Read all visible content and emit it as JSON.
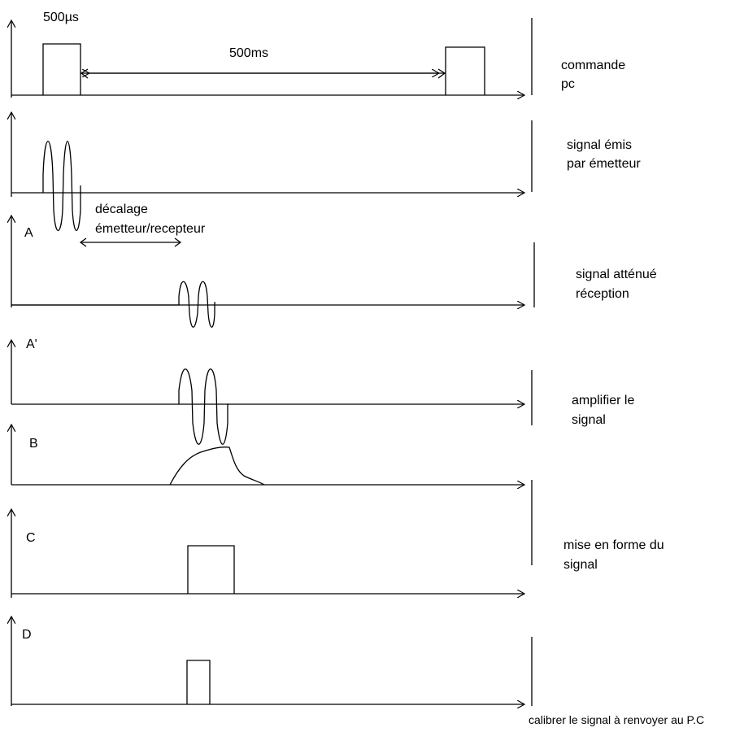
{
  "panels": [
    {
      "id": "commande",
      "letter": "",
      "labels": [
        "commande",
        "pc"
      ]
    },
    {
      "id": "emis",
      "letter": "",
      "labels": [
        "signal émis",
        "par émetteur"
      ]
    },
    {
      "id": "A",
      "letter": "A",
      "labels": [
        "signal atténué",
        "réception"
      ]
    },
    {
      "id": "A-prime",
      "letter": "A'",
      "labels": [
        "amplifier le",
        "signal"
      ]
    },
    {
      "id": "B",
      "letter": "B",
      "labels": []
    },
    {
      "id": "C",
      "letter": "C",
      "labels": [
        "mise en forme du",
        "signal"
      ]
    },
    {
      "id": "D",
      "letter": "D",
      "labels": []
    }
  ],
  "annotations": {
    "pulse_width": "500µs",
    "period": "500ms",
    "delay_line1": "décalage",
    "delay_line2": "émetteur/recepteur",
    "caption": "calibrer le signal à renvoyer au P.C"
  }
}
